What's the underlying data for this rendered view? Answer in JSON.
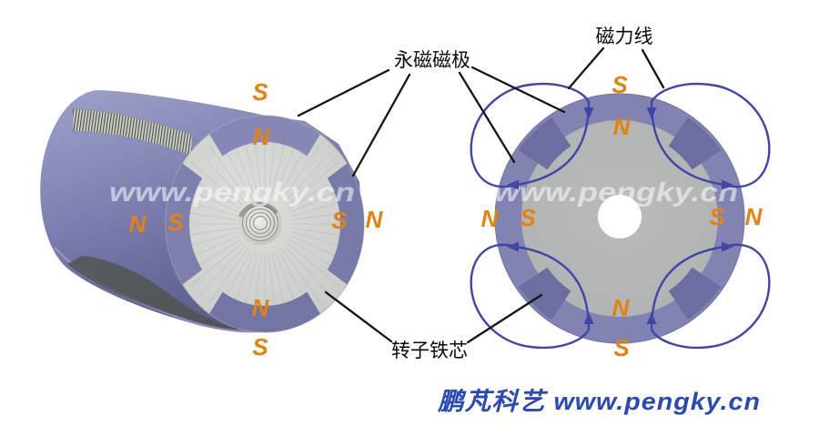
{
  "callouts": {
    "permanent_magnet_pole": "永磁磁极",
    "magnetic_field_lines": "磁力线",
    "rotor_core": "转子铁芯"
  },
  "left_rotor": {
    "pole_labels": [
      "S",
      "N",
      "N",
      "S",
      "S",
      "N",
      "N",
      "S"
    ]
  },
  "right_rotor": {
    "pole_labels": [
      "S",
      "N",
      "N",
      "S",
      "S",
      "N",
      "N",
      "S"
    ]
  },
  "watermark": "www.pengky.cn",
  "brand": "鹏芃科艺 www.pengky.cn",
  "colors": {
    "pole_label_orange": "#e5820e",
    "magnet_purple": "#8184b2",
    "magnet_dark_purple": "#6b6ea1",
    "core_gray": "#b3b7b5",
    "rotor_face_gray": "#d5d7d3",
    "field_line_blue": "#4245a8",
    "brand_blue": "#2b49b2",
    "callout_black": "#151515"
  }
}
